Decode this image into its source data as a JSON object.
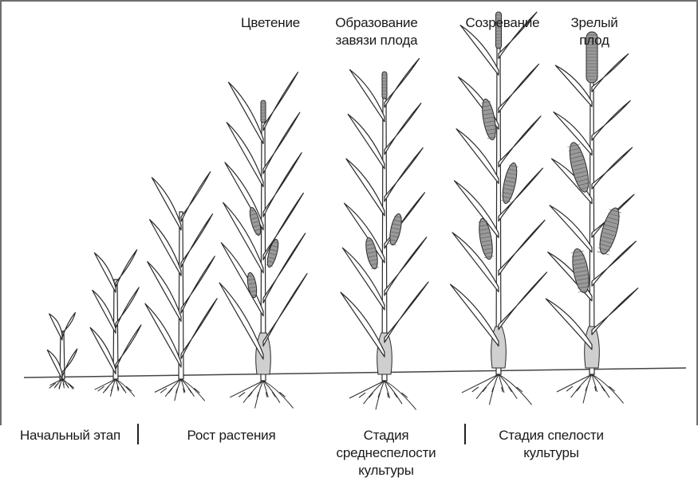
{
  "stage_labels": {
    "flowering": "Цветение",
    "fruit_set": "Образование\nзавязи плода",
    "ripening": "Созревание",
    "mature_fruit": "Зрелый\nплод"
  },
  "phase_labels": {
    "initial": "Начальный этап",
    "growth": "Рост растения",
    "mid_ripeness": "Стадия\nсреднеспелости\nкультуры",
    "ripeness": "Стадия спелости\nкультуры"
  },
  "colors": {
    "outline": "#2a2a2a",
    "leaf_fill": "#ffffff",
    "sheath_fill": "#cfcfcf",
    "cob_fill": "#9a9a9a",
    "ground": "#444444",
    "frame": "#6e6e6e"
  }
}
